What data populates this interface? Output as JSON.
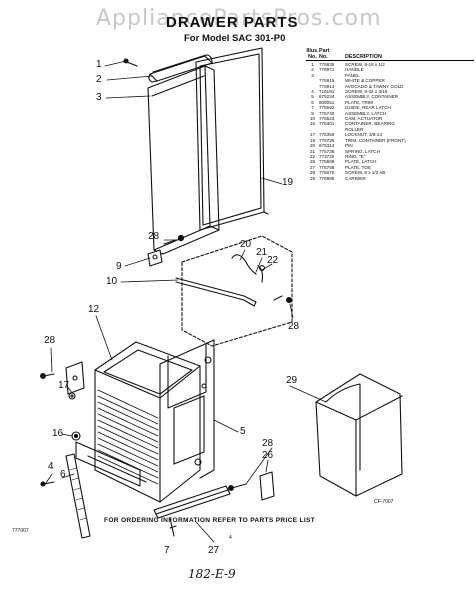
{
  "watermark": "AppliancePartsPros.com",
  "title": "DRAWER PARTS",
  "subtitle": "For Model SAC 301-P0",
  "parts_table": {
    "header_line1": [
      "Illus.",
      "Part",
      ""
    ],
    "header_line2": [
      "No.",
      "No.",
      "DESCRIPTION"
    ],
    "rows": [
      [
        "1",
        "775835",
        "SCREW, 8-18 x 1/2"
      ],
      [
        "2",
        "776971",
        "HANDLE"
      ],
      [
        "3",
        "",
        "PANEL"
      ],
      [
        "",
        "776915",
        "WHITE & COPPER"
      ],
      [
        "",
        "776914",
        "AVOCADO & TAWNY GOLD"
      ],
      [
        "4",
        "716191",
        "SCREW, 8-32 x 3/16"
      ],
      [
        "5",
        "675234",
        "ASSEMBLY, CONTAINER"
      ],
      [
        "6",
        "808051",
        "PLATE, TRIM"
      ],
      [
        "7",
        "776592",
        "GUIDE, REAR LATCH"
      ],
      [
        "9",
        "775740",
        "ASSEMBLY, LATCH"
      ],
      [
        "10",
        "776523",
        "CAM, ACTUATOR"
      ],
      [
        "16",
        "776301",
        "CONTAINER, BEARING"
      ],
      [
        "",
        "",
        "ROLLER"
      ],
      [
        "17",
        "776356",
        "LOCKNUT, 3/8-24"
      ],
      [
        "19",
        "775735",
        "TRIM, CONTAINER (FRONT)"
      ],
      [
        "20",
        "675314",
        "PIN"
      ],
      [
        "21",
        "775736",
        "SPRING, LATCH"
      ],
      [
        "22",
        "773725",
        "RING, \"E\""
      ],
      [
        "26",
        "775668",
        "PLATE, LATCH"
      ],
      [
        "27",
        "775788",
        "PLATE, TOE"
      ],
      [
        "28",
        "776070",
        "SCREW, 8 x 1/2 AB"
      ],
      [
        "29",
        "776986",
        "CARRIER"
      ]
    ]
  },
  "callouts": {
    "n1": "1",
    "n2": "2",
    "n3": "3",
    "n19": "19",
    "n28a": "28",
    "n20": "20",
    "n21": "21",
    "n22": "22",
    "n9": "9",
    "n10": "10",
    "n28b": "28",
    "n12": "12",
    "n28c": "28",
    "n17": "17",
    "n29": "29",
    "n5": "5",
    "n16": "16",
    "n28d": "28",
    "n26": "26",
    "n4": "4",
    "n6": "6",
    "n27": "27",
    "n7": "7"
  },
  "drawing_code": "CF-7007",
  "footer": "FOR ORDERING INFORMATION REFER TO PARTS PRICE LIST",
  "ref_code": "777007",
  "page_number": "4",
  "handwritten_note": "182-E-9"
}
